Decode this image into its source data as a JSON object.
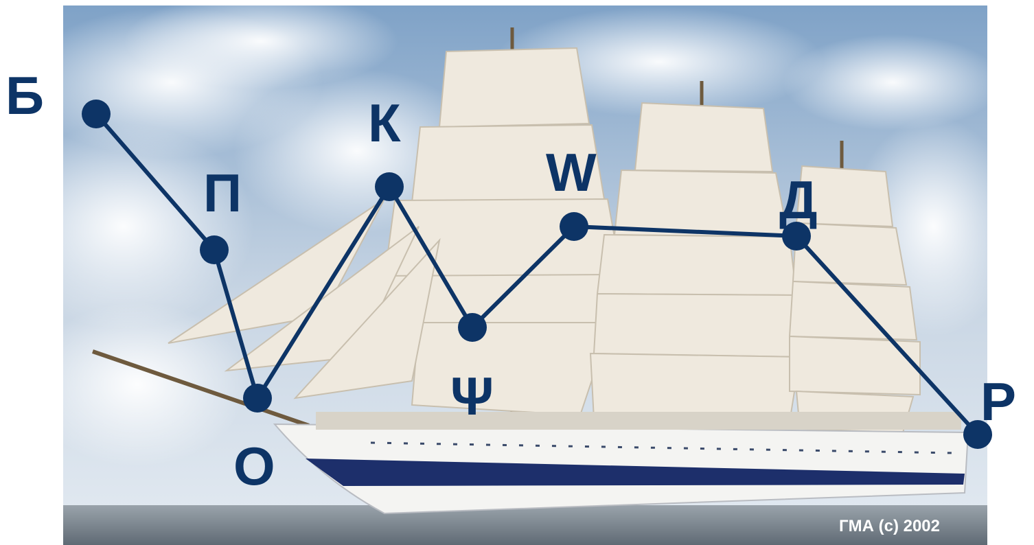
{
  "photo": {
    "subject": "tall-ship-with-sails",
    "credit": "ГМА (с) 2002"
  },
  "colors": {
    "line": "#0d3466",
    "letter": "#0d3466",
    "sky_top": "#7fa2c7",
    "sky_bottom": "#e4ebf2",
    "sea": "#7b8690",
    "sail": "#efe9de",
    "hull": "#f4f4f2",
    "hull_stripe": "#1d2f6b"
  },
  "labels": {
    "b": "Б",
    "p": "П",
    "o": "О",
    "k": "К",
    "psi": "Ψ",
    "w": "W",
    "d": "Д",
    "r": "Р"
  }
}
